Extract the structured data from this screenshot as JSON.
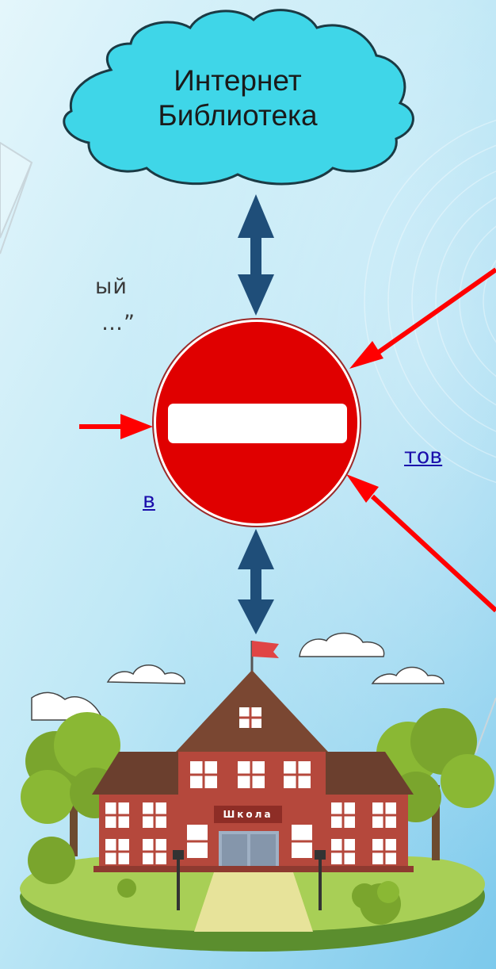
{
  "cloud": {
    "line1": "Интернет",
    "line2": "Библиотека"
  },
  "school": {
    "sign": "Школа"
  },
  "left_panel": {
    "text_line1": "ый",
    "text_line2": "…”",
    "link1": "тов",
    "link2": "в"
  },
  "icons": {
    "sign": "no-entry-sign-icon",
    "building": "school-building-icon",
    "cloud": "cloud-icon"
  },
  "colors": {
    "no_entry_red": "#e00000",
    "arrow_blue": "#1f4e79",
    "red_arrow": "#ff0000",
    "cloud_fill": "#3fd6e8",
    "brick": "#b5483c",
    "roof": "#6b3f2e"
  }
}
